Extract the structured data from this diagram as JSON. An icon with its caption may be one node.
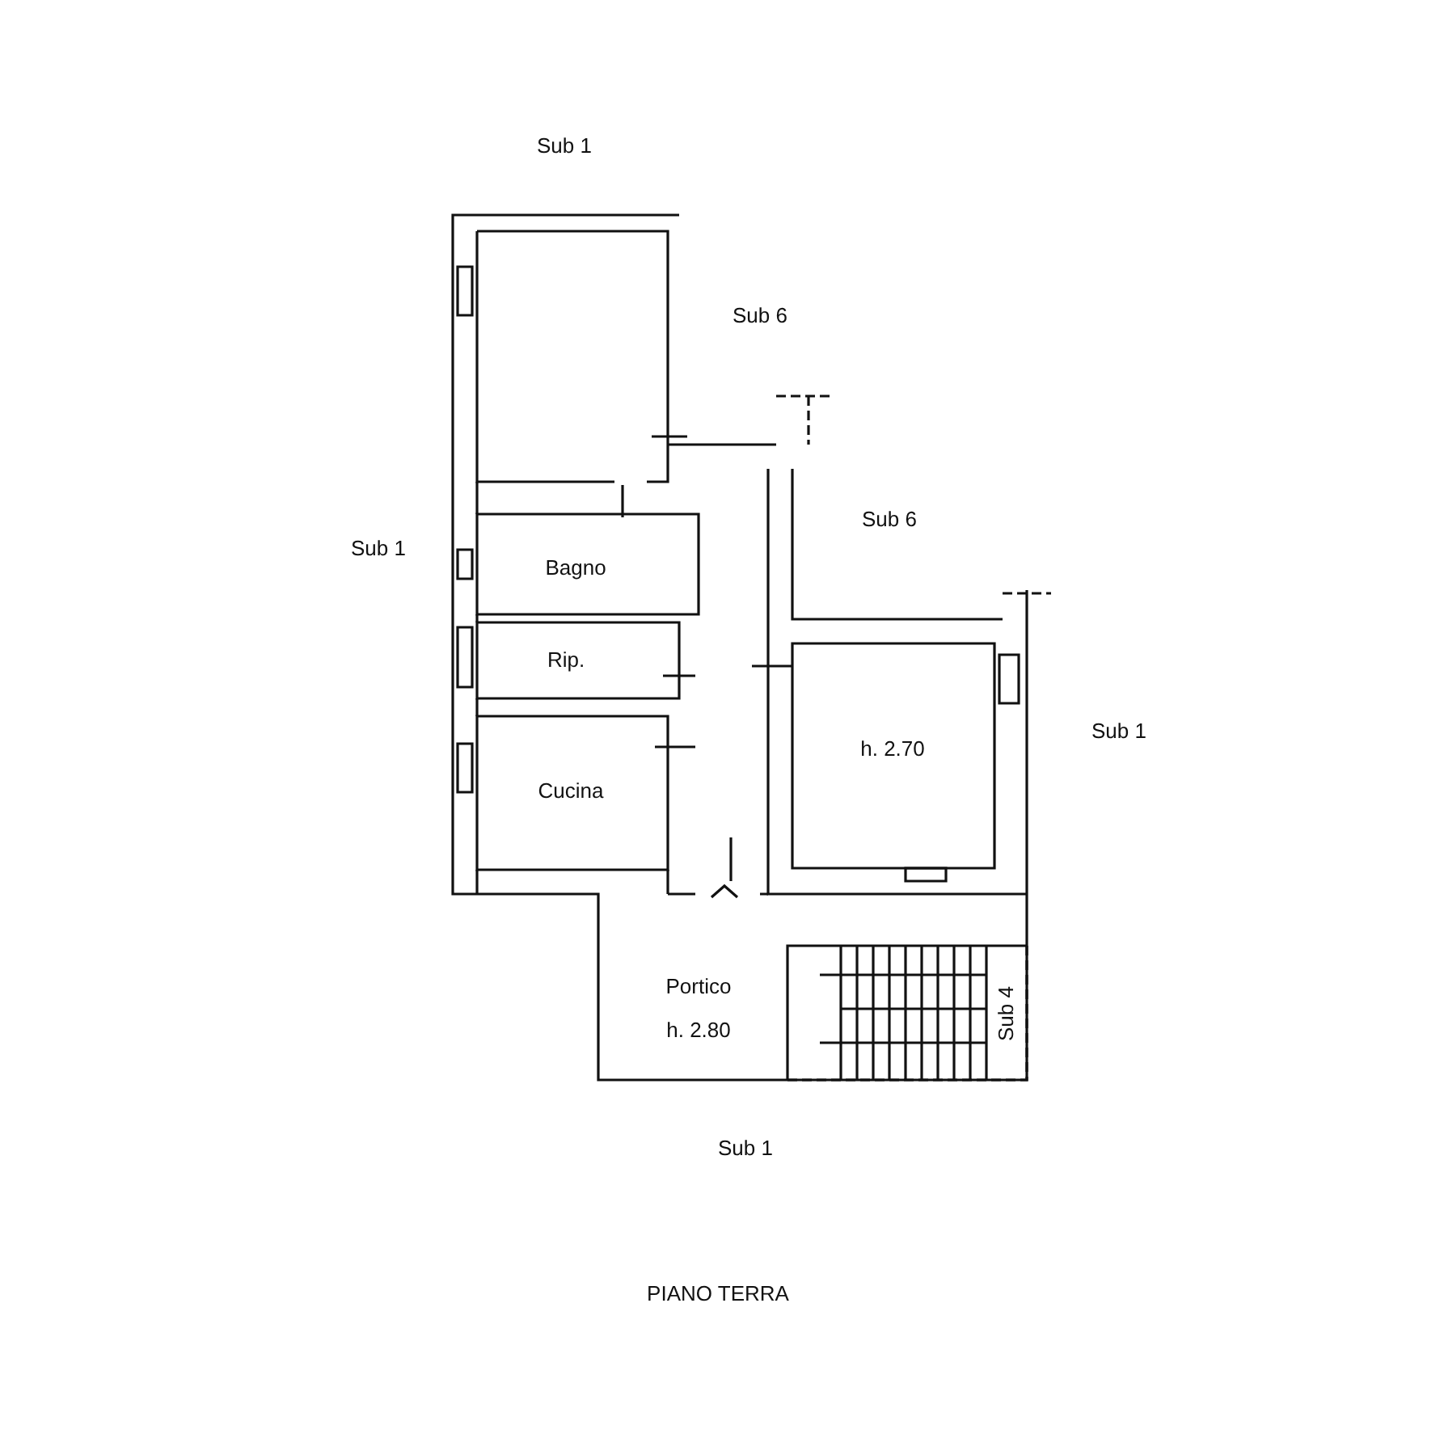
{
  "diagram": {
    "caption": "PIANO TERRA",
    "labels": [
      "Sub 1",
      "Sub 6",
      "Sub 1",
      "Sub 6",
      "Bagno",
      "Rip.",
      "h. 2.70",
      "Sub 1",
      "Cucina",
      "Portico",
      "h. 2.80",
      "Sub 4",
      "Sub 1"
    ]
  }
}
